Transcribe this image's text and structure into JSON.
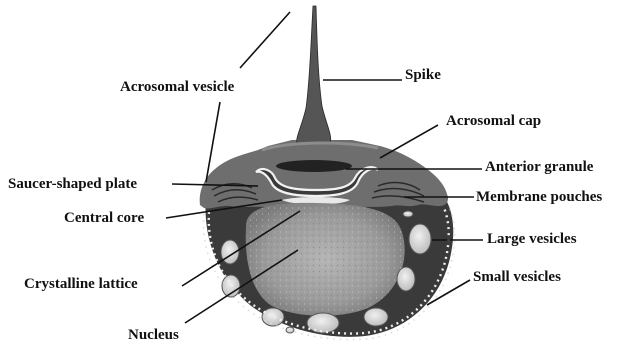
{
  "labels": {
    "spike": "Spike",
    "acrosomal_vesicle": "Acrosomal vesicle",
    "acrosomal_cap": "Acrosomal cap",
    "anterior_granule": "Anterior granule",
    "saucer_shaped_plate": "Saucer-shaped plate",
    "membrane_pouches": "Membrane pouches",
    "central_core": "Central core",
    "large_vesicles": "Large vesicles",
    "crystalline_lattice": "Crystalline lattice",
    "small_vesicles": "Small vesicles",
    "nucleus": "Nucleus"
  },
  "colors": {
    "spike": "#555555",
    "acrosomal_cap": "#6e6e6e",
    "nucleus_outer": "#3a3a3a",
    "nucleus_inner": "#9a9a9a",
    "vesicle": "#d6d6d6",
    "leader_line": "#111111",
    "text": "#111111"
  }
}
